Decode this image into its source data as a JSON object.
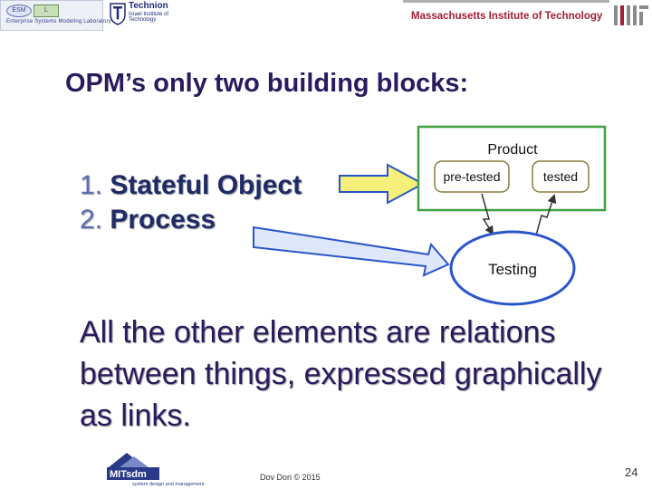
{
  "header": {
    "esml_mark_left": "ESM",
    "esml_mark_right": "L",
    "esml_name": "Enterprise Systems Modeling Laboratory",
    "technion_name": "Technion",
    "technion_sub": "Israel Institute of Technology",
    "mit_name": "Massachusetts Institute of Technology"
  },
  "slide": {
    "title": "OPM’s only two building blocks:",
    "items": [
      {
        "num": "1.",
        "label": "Stateful Object"
      },
      {
        "num": "2.",
        "label": "Process"
      }
    ],
    "body": "All the other elements are relations between things, expressed graphically as links."
  },
  "diagram": {
    "object_name": "Product",
    "states": [
      "pre-tested",
      "tested"
    ],
    "process_name": "Testing",
    "colors": {
      "object_border": "#40a040",
      "process_border": "#2a55c9",
      "arrow_object_fill": "#f4f07a",
      "arrow_process_fill": "#dfe8fb"
    }
  },
  "footer": {
    "logo_text": "MITsdm",
    "logo_sub": "system design and management",
    "author": "Dov Dori © 2015",
    "page": "24"
  }
}
